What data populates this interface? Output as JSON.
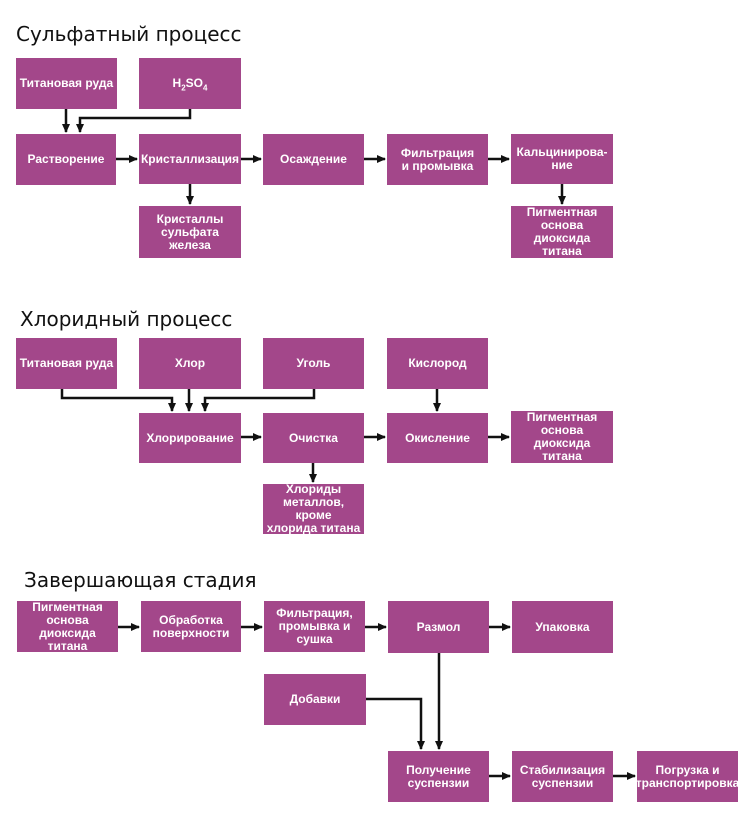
{
  "sections": {
    "sulfate": {
      "title": "Сульфатный процесс"
    },
    "chloride": {
      "title": "Хлоридный процесс"
    },
    "finishing": {
      "title": "Завершающая стадия"
    }
  },
  "colors": {
    "box": "#a3478a",
    "box_text": "#ffffff",
    "arrow": "#111111"
  },
  "boxes": {
    "sulfate": {
      "ore": "Титановая руда",
      "acid": {
        "main": "H",
        "sub1": "2",
        "mid": "SO",
        "sub2": "4"
      },
      "dissolution": "Растворение",
      "crystallization": "Кристаллизация",
      "precipitation": "Осаждение",
      "filtration": "Фильтрация\nи промывка",
      "calcination": "Кальцинирова-\nние",
      "iron_sulfate": "Кристаллы\nсульфата железа",
      "pigment": "Пигментная\nоснова диоксида\nтитана"
    },
    "chloride": {
      "ore": "Титановая руда",
      "chlorine": "Хлор",
      "coal": "Уголь",
      "oxygen": "Кислород",
      "chlorination": "Хлорирование",
      "purification": "Очистка",
      "oxidation": "Окисление",
      "pigment": "Пигментная\nоснова диоксида\nтитана",
      "metal_chlorides": "Хлориды\nметаллов, кроме\nхлорида титана"
    },
    "finishing": {
      "pigment": "Пигментная\nоснова диоксида\nтитана",
      "surface": "Обработка\nповерхности",
      "filtration": "Фильтрация,\nпромывка и сушка",
      "milling": "Размол",
      "packaging": "Упаковка",
      "additives": "Добавки",
      "suspension": "Получение\nсуспензии",
      "stabilization": "Стабилизация\nсуспензии",
      "shipping": "Погрузка и\nтранспортировка"
    }
  }
}
